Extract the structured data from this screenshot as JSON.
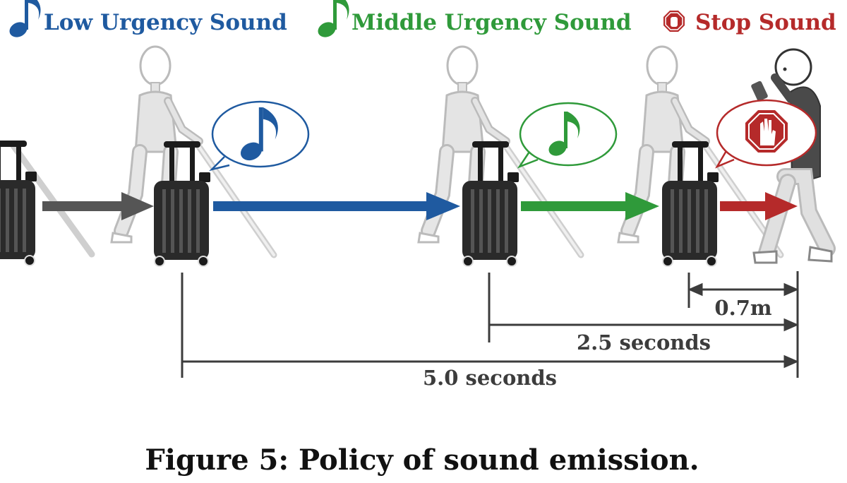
{
  "legend": {
    "low": {
      "label": "Low Urgency Sound",
      "color": "#1f5aa0",
      "icon": "music-note-icon"
    },
    "middle": {
      "label": "Middle Urgency Sound",
      "color": "#2f9a3a",
      "icon": "music-note-icon"
    },
    "stop": {
      "label": "Stop Sound",
      "color": "#b52a2a",
      "icon": "stop-hand-icon"
    }
  },
  "measurements": {
    "stop_distance": "0.7m",
    "middle_time": "2.5 seconds",
    "low_time": "5.0 seconds"
  },
  "caption": "Figure 5: Policy of sound emission."
}
